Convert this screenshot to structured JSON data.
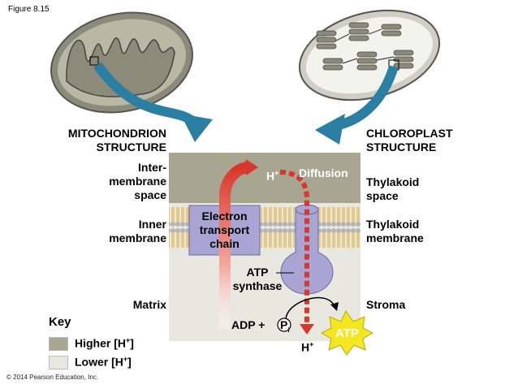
{
  "figure_label": "Figure 8.15",
  "copyright": "© 2014 Pearson Education, Inc.",
  "mito": {
    "title_line1": "MITOCHONDRION",
    "title_line2": "STRUCTURE",
    "intermembrane_line1": "Inter-",
    "intermembrane_line2": "membrane",
    "intermembrane_line3": "space",
    "inner_line1": "Inner",
    "inner_line2": "membrane",
    "matrix": "Matrix"
  },
  "chloro": {
    "title_line1": "CHLOROPLAST",
    "title_line2": "STRUCTURE",
    "thylakoid_space_line1": "Thylakoid",
    "thylakoid_space_line2": "space",
    "thylakoid_membrane_line1": "Thylakoid",
    "thylakoid_membrane_line2": "membrane",
    "stroma": "Stroma"
  },
  "center": {
    "h_plus": "H",
    "plus_sup": "+",
    "diffusion": "Diffusion",
    "etc_line1": "Electron",
    "etc_line2": "transport",
    "etc_line3": "chain",
    "atp_synthase_line1": "ATP",
    "atp_synthase_line2": "synthase",
    "adp": "ADP +",
    "p": "P",
    "p_sub": "i",
    "atp": "ATP"
  },
  "key": {
    "title": "Key",
    "higher": "Higher [H",
    "lower": "Lower [H",
    "sup": "+",
    "close": "]"
  },
  "colors": {
    "higher_h": "#a8a691",
    "lower_h": "#e8e8e0",
    "etc_box": "#a8a4d4",
    "arrow_red": "#d9362c",
    "teal_arrow": "#2b7fa3",
    "atp_star": "#f5e71f"
  }
}
